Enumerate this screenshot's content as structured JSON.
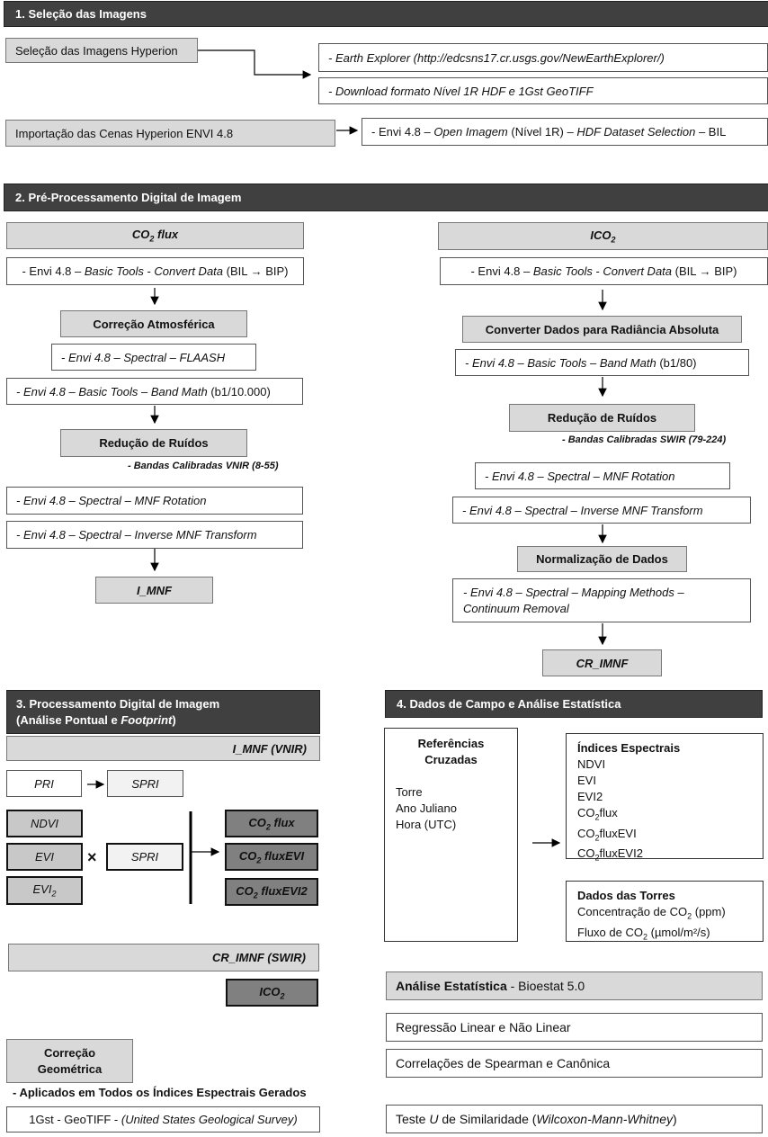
{
  "s1": {
    "title": "1. Seleção das Imagens",
    "sel_hyperion": "Seleção das Imagens Hyperion",
    "earth_explorer": "- Earth Explorer (http://edcsns17.cr.usgs.gov/NewEarthExplorer/)",
    "download": "- Download formato Nível 1R HDF e 1Gst GeoTIFF",
    "import": "Importação das Cenas Hyperion ENVI 4.8",
    "import_detail": {
      "a": "- Envi 4.8 – ",
      "b": "Open Imagem",
      "c": " (Nível 1R) – ",
      "d": "HDF Dataset Selection",
      "e": " – BIL"
    }
  },
  "s2": {
    "title": "2. Pré-Processamento Digital de Imagem",
    "left": {
      "head_a": "CO",
      "head_sub": "2",
      "head_b": " flux",
      "convert": {
        "a": "- Envi 4.8 – ",
        "b": "Basic Tools",
        "c": " - ",
        "d": "Convert Data",
        "e": " (BIL ",
        "arrow": "→",
        "f": " BIP)"
      },
      "atm": "Correção Atmosférica",
      "flaash": "- Envi 4.8 – Spectral – FLAASH",
      "bandmath": {
        "a": "- Envi 4.8 – Basic Tools – Band Math",
        "b": " (b1/10.000)"
      },
      "ruidos": "Redução de Ruídos",
      "bandas": "- Bandas Calibradas VNIR (8-55)",
      "mnf": "- Envi 4.8 – Spectral – MNF Rotation",
      "inv_mnf": "- Envi 4.8 – Spectral – Inverse MNF Transform",
      "result": "I_MNF"
    },
    "right": {
      "head_a": "ICO",
      "head_sub": "2",
      "convert": {
        "a": "- Envi 4.8 – ",
        "b": "Basic Tools",
        "c": " - ",
        "d": "Convert Data",
        "e": " (BIL ",
        "arrow": "→",
        "f": " BIP)"
      },
      "radiancia": "Converter Dados para Radiância Absoluta",
      "bandmath": {
        "a": "- Envi 4.8 – Basic Tools – Band Math",
        "b": " (b1/80)"
      },
      "ruidos": "Redução de Ruídos",
      "bandas": "- Bandas Calibradas SWIR (79-224)",
      "mnf": "- Envi 4.8 – Spectral – MNF Rotation",
      "inv_mnf": "- Envi 4.8 – Spectral – Inverse MNF Transform",
      "norm": "Normalização de Dados",
      "mapping_1": "- Envi 4.8 – Spectral – Mapping Methods –",
      "mapping_2": "Continuum Removal",
      "result": "CR_IMNF"
    }
  },
  "s3": {
    "title_1": "3. Processamento Digital de Imagem",
    "title_2a": "(Análise Pontual e ",
    "title_2b": "Footprint",
    "title_2c": ")",
    "imnf_vnir": "I_MNF  (VNIR)",
    "pri": "PRI",
    "spri": "SPRI",
    "ndvi": "NDVI",
    "evi": "EVI",
    "evi2_a": "EVI",
    "evi2_sub": "2",
    "times": "×",
    "spri2": "SPRI",
    "co2flux": {
      "a": "CO",
      "sub": "2",
      "b": " flux"
    },
    "co2fluxevi": {
      "a": "CO",
      "sub": "2",
      "b": " fluxEVI"
    },
    "co2fluxevi2": {
      "a": "CO",
      "sub": "2",
      "b": " fluxEVI2"
    },
    "crimnf_swir": "CR_IMNF  (SWIR)",
    "ico2": {
      "a": "ICO",
      "sub": "2"
    },
    "correcao_1": "Correção",
    "correcao_2": "Geométrica",
    "aplicados": "- Aplicados  em Todos  os  Índices Espectrais  Gerados",
    "geotiff": {
      "a": "1Gst  - GeoTIFF  - ",
      "b": "(United States Geological Survey)"
    }
  },
  "s4": {
    "title": "4. Dados de Campo  e Análise Estatística",
    "ref_1": "Referências",
    "ref_2": "Cruzadas",
    "ref_items": [
      "Torre",
      "Ano Juliano",
      "Hora (UTC)"
    ],
    "indices_title": "Índices Espectrais",
    "indices": [
      "NDVI",
      "EVI",
      "EVI2"
    ],
    "idx_co2flux": {
      "a": "CO",
      "sub": "2",
      "b": "flux"
    },
    "idx_co2fluxevi": {
      "a": "CO",
      "sub": "2",
      "b": "fluxEVI"
    },
    "idx_co2fluxevi2": {
      "a": "CO",
      "sub": "2",
      "b": "fluxEVI2"
    },
    "torres_title": "Dados das Torres",
    "conc": {
      "a": "Concentração de CO",
      "sub": "2",
      "b": " (ppm)"
    },
    "fluxo": {
      "a": "Fluxo de CO",
      "sub": "2",
      "b": " (µmol/m²/s)"
    },
    "analise": {
      "a": "Análise Estatística",
      "b": " - Bioestat 5.0"
    },
    "regressao": "Regressão Linear e Não Linear",
    "correlacoes": "Correlações de Spearman e Canônica",
    "teste": {
      "a": "Teste ",
      "b": "U",
      "c": " de Similaridade  (",
      "d": "Wilcoxon-Mann-Whitney",
      "e": ")"
    }
  }
}
